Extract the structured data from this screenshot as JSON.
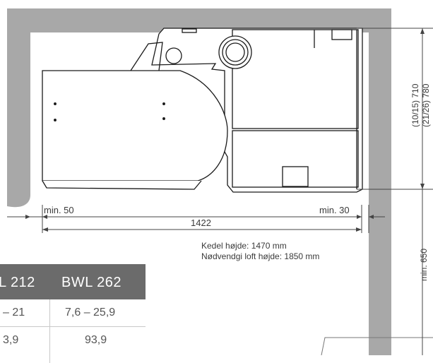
{
  "dimensions": {
    "clearance_left": "min. 50",
    "clearance_right": "min. 30",
    "total_width": "1422",
    "height_a": "(10/15)  710",
    "height_b": "(21/26)  780",
    "floor_clearance": "min. 650"
  },
  "notes": {
    "boiler_height": "Kedel højde: 1470 mm",
    "ceiling_height": "Nødvendgi loft højde: 1850 mm"
  },
  "table": {
    "headers": [
      "L 212",
      "BWL 262"
    ],
    "rows": [
      [
        "– 21",
        "7,6 – 25,9"
      ],
      [
        "3,9",
        "93,9"
      ]
    ]
  },
  "colors": {
    "wall": "#a8a8a8",
    "equipment_fill": "#ffffff",
    "equipment_stroke": "#1a1a1a",
    "table_header": "#6b6b6b"
  }
}
